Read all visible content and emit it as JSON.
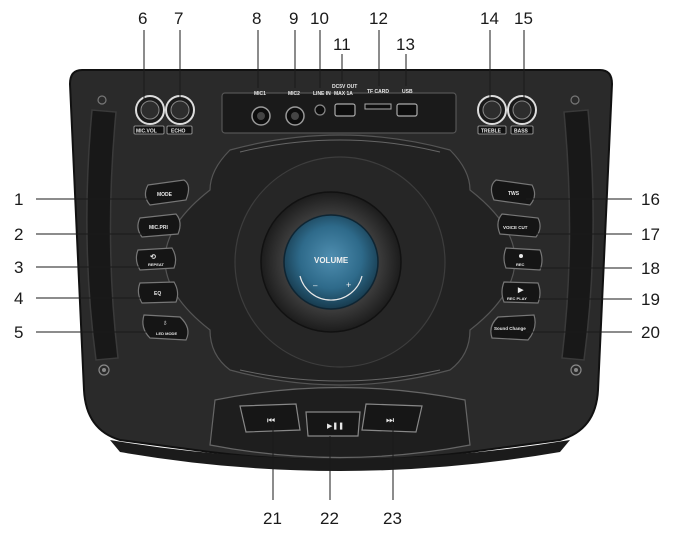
{
  "callouts": [
    {
      "n": "1"
    },
    {
      "n": "2"
    },
    {
      "n": "3"
    },
    {
      "n": "4"
    },
    {
      "n": "5"
    },
    {
      "n": "6"
    },
    {
      "n": "7"
    },
    {
      "n": "8"
    },
    {
      "n": "9"
    },
    {
      "n": "10"
    },
    {
      "n": "11"
    },
    {
      "n": "12"
    },
    {
      "n": "13"
    },
    {
      "n": "14"
    },
    {
      "n": "15"
    },
    {
      "n": "16"
    },
    {
      "n": "17"
    },
    {
      "n": "18"
    },
    {
      "n": "19"
    },
    {
      "n": "20"
    },
    {
      "n": "21"
    },
    {
      "n": "22"
    },
    {
      "n": "23"
    }
  ],
  "panel_labels": {
    "mic_vol": "MIC.VOL",
    "echo": "ECHO",
    "mic1": "MIC1",
    "mic2": "MIC2",
    "line_in": "LINE IN",
    "dc_out": "DC5V OUT",
    "dc_out_spec": "MAX 1A",
    "tf_card": "TF CARD",
    "usb": "USB",
    "treble": "TREBLE",
    "bass": "BASS"
  },
  "buttons": {
    "mode": "MODE",
    "mic_prio": "MIC.PRI",
    "repeat": "REPEAT",
    "eq": "EQ",
    "led_mode": "LED MODE",
    "tws": "TWS",
    "voice_cut": "VOICE CUT",
    "rec": "REC",
    "rec_play": "REC PLAY",
    "sound_change": "Sound Change"
  },
  "knob": {
    "label": "VOLUME",
    "minus": "–",
    "plus": "+"
  },
  "transport": {
    "prev": "⏮",
    "play_pause": "▶❚❚",
    "next": "⏭"
  },
  "colors": {
    "panel": "#2a2a2a",
    "panel_dark": "#151515",
    "label": "#e8e8e8",
    "knob_blue": "#2e6a8a"
  }
}
